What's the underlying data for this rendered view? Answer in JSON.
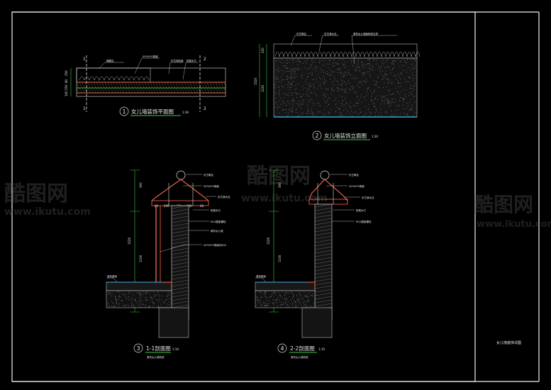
{
  "drawing_title": "女儿墙装饰详图",
  "watermark": {
    "brand": "酷图网",
    "url": "www.ikutu.com"
  },
  "views": [
    {
      "number": "1",
      "title": "女儿墙装饰平面图",
      "scale": "1:30"
    },
    {
      "number": "2",
      "title": "女儿墙装饰立面图",
      "scale": "1:30"
    },
    {
      "number": "3",
      "title": "1-1剖面图",
      "scale": "1:10"
    },
    {
      "number": "4",
      "title": "2-2剖面图",
      "scale": "1:10"
    }
  ],
  "section_marks": {
    "plan_left_top": "1",
    "plan_right_top": "2",
    "plan_left_bottom": "1",
    "plan_right_bottom": "2"
  },
  "dimensions": {
    "elev_total": "1520",
    "elev_top": "220",
    "elev_main": "1220",
    "sec1_total": "1520",
    "sec1_top": "300",
    "sec1_mid": "1100",
    "sec1_w1": "60",
    "sec1_w2": "200",
    "sec1_w3": "50",
    "sec1_w4": "200",
    "sec1_w5": "60",
    "sec2_total": "1520",
    "sec2_top": "300",
    "sec2_mid": "1100",
    "plan_v1": "250",
    "plan_v2": "80",
    "plan_v3": "250",
    "plan_v4": "100"
  },
  "annotations": {
    "plan_note_1": "蝴蝶瓦",
    "plan_note_2": "50*50*5角钢",
    "plan_note_3": "仿古砖贴面",
    "plan_note_4": "防腐木方",
    "elev_note_1": "仿古筒瓦",
    "elev_note_2": "仿古滴水瓦",
    "elev_note_3": "原有女儿墙面刷真石漆",
    "sec1_note_1": "仿古筒瓦",
    "sec1_note_2": "50*50*5角钢",
    "sec1_note_3": "仿古滴水瓦",
    "sec1_note_4": "防腐木方",
    "sec1_note_5": "M12膨胀螺栓",
    "sec1_note_6": "原有女儿墙",
    "sec1_note_7": "50*50*5角钢@600",
    "sec1_note_8": "原有屋面",
    "sec1_sub": "原有女儿墙构造",
    "sec2_note_1": "仿古筒瓦",
    "sec2_note_2": "50*50*5角钢",
    "sec2_note_3": "仿古滴水瓦",
    "sec2_note_4": "防腐木方",
    "sec2_note_5": "M12膨胀螺栓",
    "sec2_note_6": "原有屋面",
    "sec2_sub": "原有女儿墙构造"
  }
}
